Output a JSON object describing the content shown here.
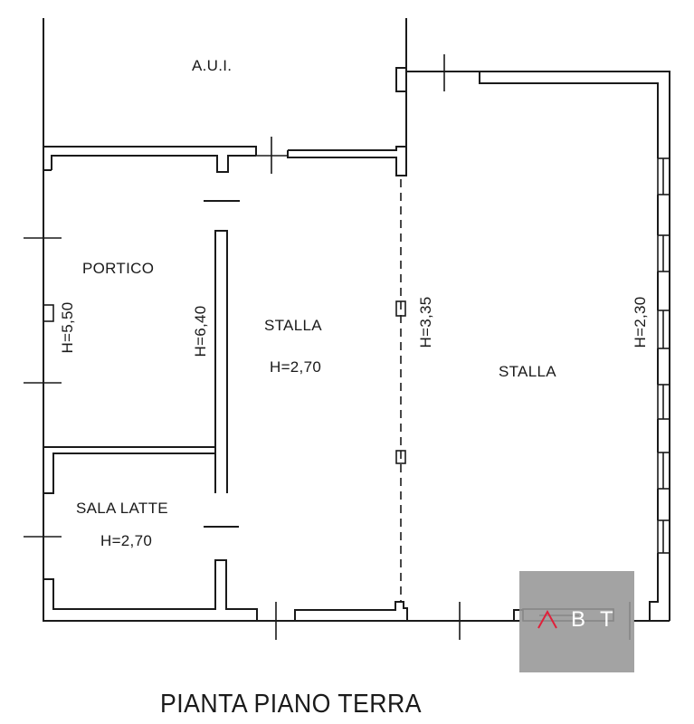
{
  "drawing": {
    "title": "PIANTA PIANO TERRA",
    "rooms": [
      {
        "id": "aui",
        "name": "A.U.I.",
        "height_label": ""
      },
      {
        "id": "portico",
        "name": "PORTICO",
        "height_label": "H=5,50"
      },
      {
        "id": "portico_inner",
        "name": "",
        "height_label": "H=6,40"
      },
      {
        "id": "stalla_1",
        "name": "STALLA",
        "height_label": "H=2,70"
      },
      {
        "id": "stalla_divider",
        "name": "",
        "height_label": "H=3,35"
      },
      {
        "id": "stalla_2",
        "name": "STALLA",
        "height_label": "H=2,30"
      },
      {
        "id": "sala_latte",
        "name": "SALA LATTE",
        "height_label": "H=2,70"
      }
    ]
  },
  "watermark": {
    "letters": [
      "A",
      "B",
      "T"
    ],
    "accent_color": "#e0203a",
    "box_color": "#969696",
    "text_color": "#ffffff"
  }
}
